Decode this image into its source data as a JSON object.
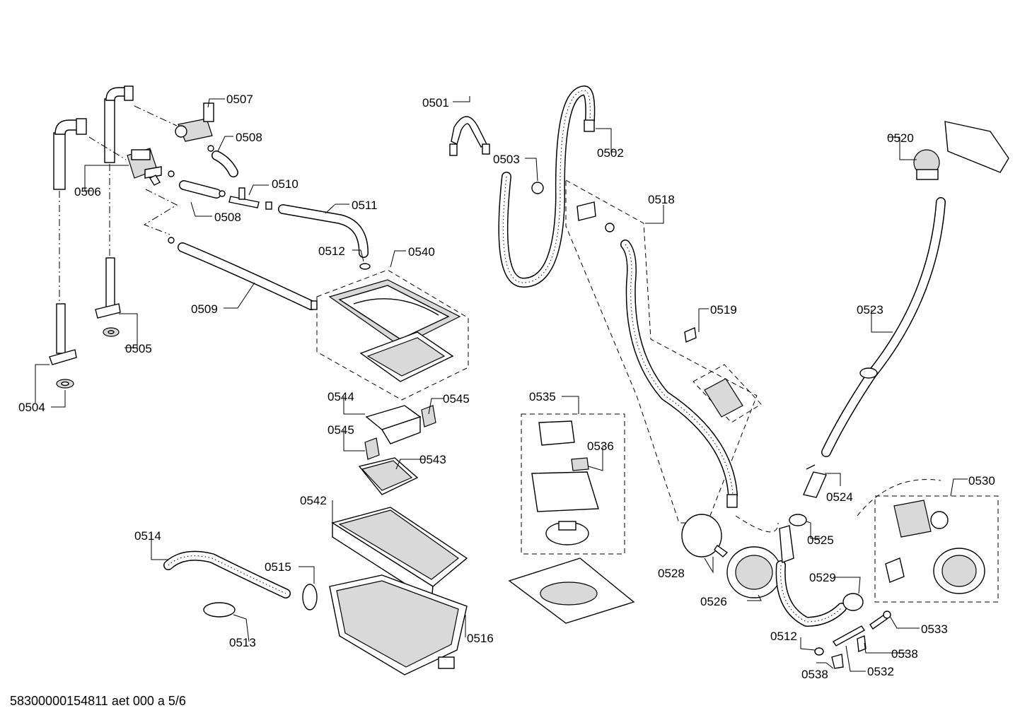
{
  "labels": {
    "p0501": "0501",
    "p0502": "0502",
    "p0503": "0503",
    "p0504": "0504",
    "p0505": "0505",
    "p0506": "0506",
    "p0507": "0507",
    "p0508a": "0508",
    "p0508b": "0508",
    "p0509": "0509",
    "p0510": "0510",
    "p0511": "0511",
    "p0512a": "0512",
    "p0512b": "0512",
    "p0513": "0513",
    "p0514": "0514",
    "p0515": "0515",
    "p0516": "0516",
    "p0518": "0518",
    "p0519": "0519",
    "p0520": "0520",
    "p0523": "0523",
    "p0524": "0524",
    "p0525": "0525",
    "p0526": "0526",
    "p0528": "0528",
    "p0529": "0529",
    "p0530": "0530",
    "p0532": "0532",
    "p0533": "0533",
    "p0538a": "0538",
    "p0538b": "0538",
    "p0535": "0535",
    "p0536": "0536",
    "p0540": "0540",
    "p0542": "0542",
    "p0543": "0543",
    "p0544": "0544",
    "p0545a": "0545",
    "p0545b": "0545"
  },
  "footer": "58300000154811 aet 000 a 5/6"
}
